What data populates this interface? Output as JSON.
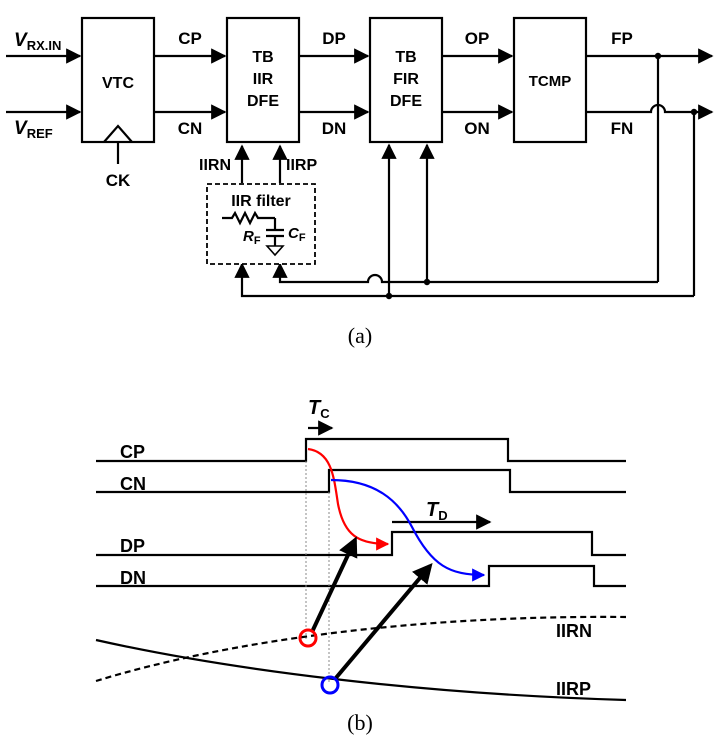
{
  "diagram_a": {
    "inputs": {
      "vrx_v": "V",
      "vrx_sub": "RX.IN",
      "vref_v": "V",
      "vref_sub": "REF"
    },
    "blocks": {
      "vtc": "VTC",
      "ck": "CK",
      "iir_dfe": [
        "TB",
        "IIR",
        "DFE"
      ],
      "fir_dfe": [
        "TB",
        "FIR",
        "DFE"
      ],
      "tcmp": "TCMP"
    },
    "signals": {
      "cp": "CP",
      "cn": "CN",
      "dp": "DP",
      "dn": "DN",
      "op": "OP",
      "on": "ON",
      "fp": "FP",
      "fn": "FN",
      "iirn": "IIRN",
      "iirp": "IIRP"
    },
    "filter": {
      "title": "IIR filter",
      "r_main": "R",
      "r_sub": "F",
      "c_main": "C",
      "c_sub": "F"
    },
    "caption": "(a)"
  },
  "diagram_b": {
    "tc_main": "T",
    "tc_sub": "C",
    "td_main": "T",
    "td_sub": "D",
    "signals": {
      "cp": "CP",
      "cn": "CN",
      "dp": "DP",
      "dn": "DN",
      "iirn": "IIRN",
      "iirp": "IIRP"
    },
    "colors": {
      "red": "#ff0000",
      "blue": "#0000ff"
    },
    "caption": "(b)"
  }
}
